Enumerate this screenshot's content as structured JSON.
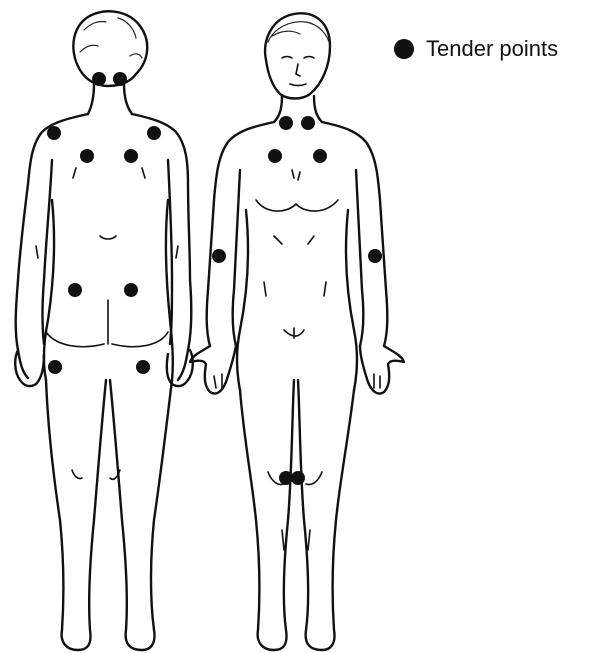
{
  "legend": {
    "label": "Tender points",
    "marker": "filled-circle",
    "color": "#111111"
  },
  "figures": [
    {
      "view": "back",
      "tender_point_count": 10
    },
    {
      "view": "front",
      "tender_point_count": 8
    }
  ]
}
